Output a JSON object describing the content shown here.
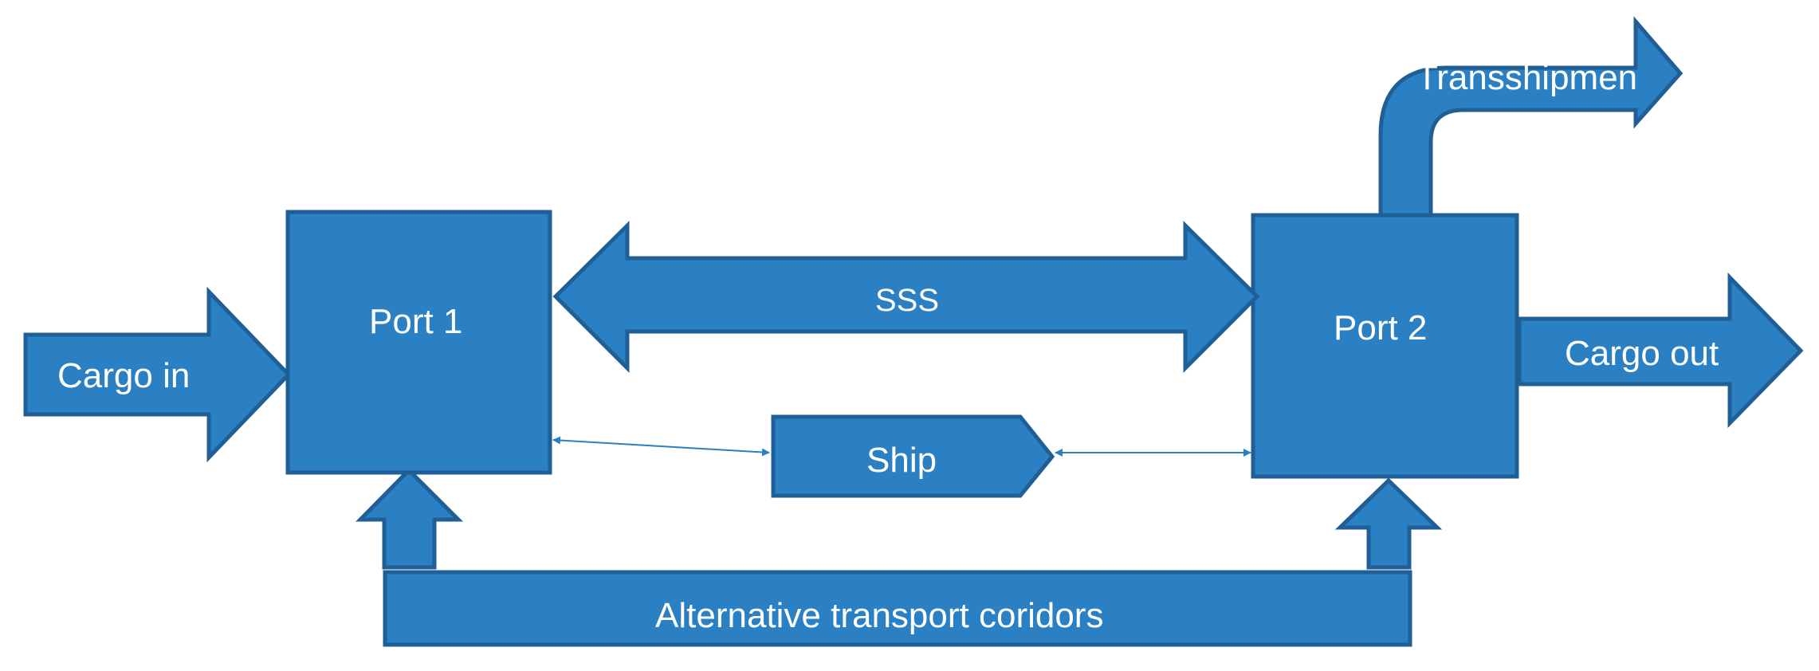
{
  "colors": {
    "fill": "#2a80c3",
    "stroke": "#1f5f96",
    "connector": "#2a80c3",
    "text": "#ffffff",
    "background": "#ffffff"
  },
  "labels": {
    "cargo_in": "Cargo in",
    "port1": "Port 1",
    "sss": "SSS",
    "port2": "Port 2",
    "transshipment": "Transshipmen",
    "cargo_out": "Cargo out",
    "ship": "Ship",
    "alt_corridors": "Alternative transport coridors"
  },
  "nodes": [
    {
      "id": "cargo-in",
      "label": "Cargo in",
      "shape": "right-arrow"
    },
    {
      "id": "port-1",
      "label": "Port 1",
      "shape": "square"
    },
    {
      "id": "sss",
      "label": "SSS",
      "shape": "double-arrow"
    },
    {
      "id": "port-2",
      "label": "Port 2",
      "shape": "square"
    },
    {
      "id": "transshipment",
      "label": "Transshipmen",
      "shape": "bent-arrow"
    },
    {
      "id": "cargo-out",
      "label": "Cargo out",
      "shape": "right-arrow"
    },
    {
      "id": "ship",
      "label": "Ship",
      "shape": "pentagon"
    },
    {
      "id": "alt-corridors",
      "label": "Alternative transport coridors",
      "shape": "rectangle"
    }
  ],
  "edges": [
    {
      "from": "cargo-in",
      "to": "port-1"
    },
    {
      "from": "port-1",
      "to": "port-2",
      "via": "sss",
      "bidirectional": true
    },
    {
      "from": "port-1",
      "to": "ship",
      "bidirectional": true
    },
    {
      "from": "ship",
      "to": "port-2",
      "bidirectional": true
    },
    {
      "from": "alt-corridors",
      "to": "port-1"
    },
    {
      "from": "alt-corridors",
      "to": "port-2"
    },
    {
      "from": "port-2",
      "to": "transshipment"
    },
    {
      "from": "port-2",
      "to": "cargo-out"
    }
  ]
}
